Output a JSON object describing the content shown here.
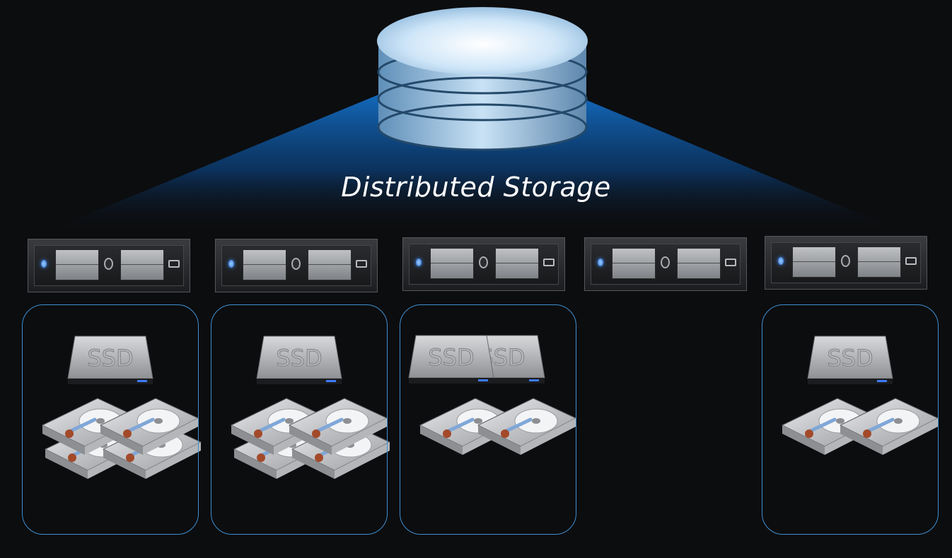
{
  "diagram": {
    "title": "Distributed Storage",
    "ssd_label": "SSD",
    "nodes": [
      {
        "ssd_count": 1,
        "hdd_count": 4
      },
      {
        "ssd_count": 1,
        "hdd_count": 4
      },
      {
        "ssd_count": 2,
        "hdd_count": 2
      },
      {
        "ssd_count": 0,
        "hdd_count": 0
      },
      {
        "ssd_count": 1,
        "hdd_count": 2
      }
    ],
    "colors": {
      "background": "#0c0d0f",
      "beam": "#1470c8",
      "node_border": "#3f8fd2",
      "led": "#2a6fd6"
    },
    "icons": [
      "database-icon",
      "server-icon",
      "ssd-icon",
      "hard-drive-icon"
    ]
  }
}
